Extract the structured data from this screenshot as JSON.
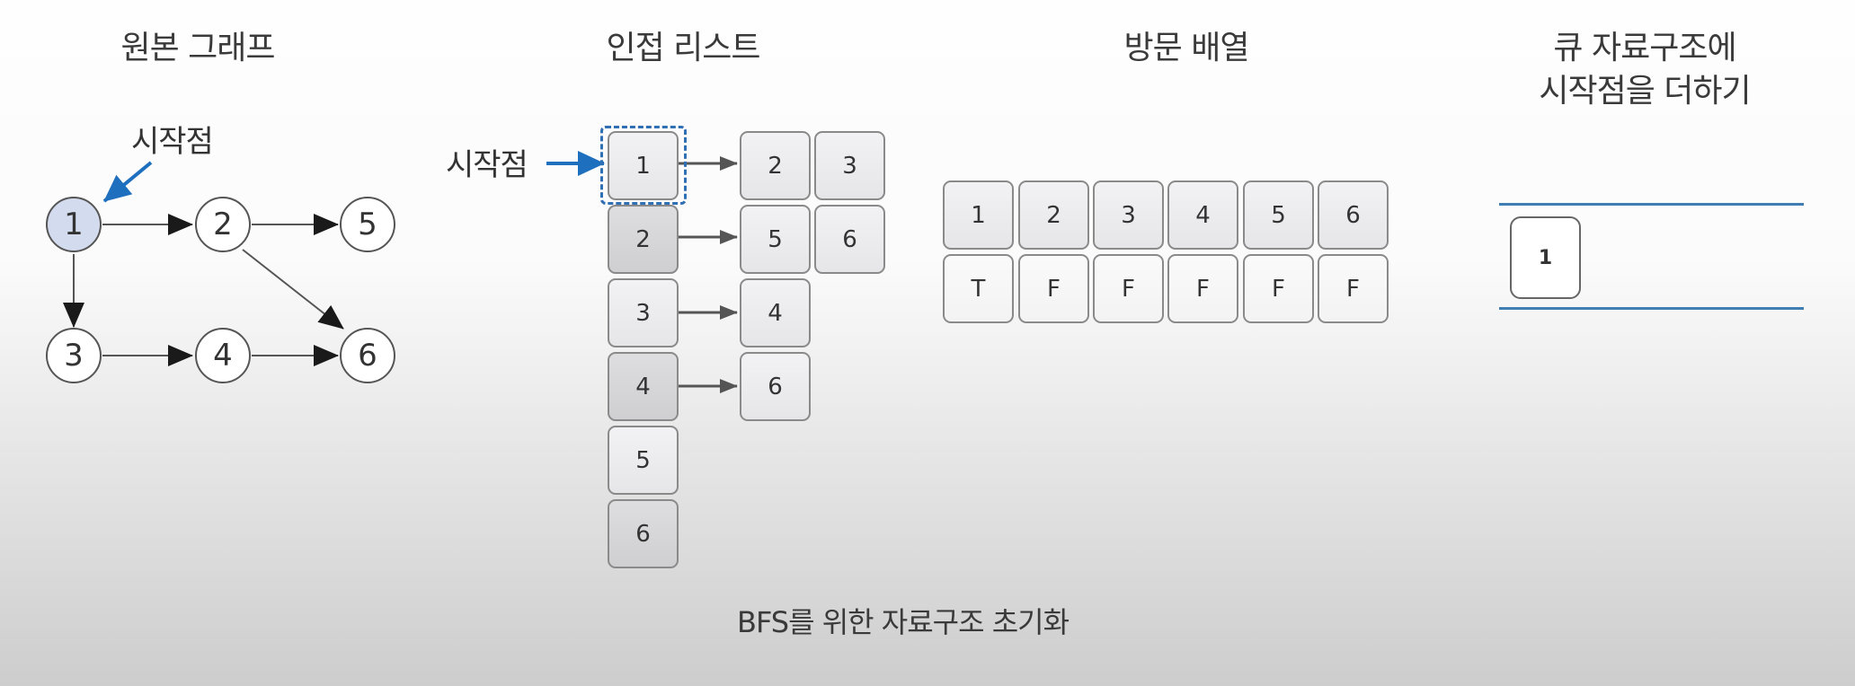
{
  "sections": {
    "graph": {
      "title": "원본 그래프",
      "start_label": "시작점"
    },
    "adjacency": {
      "title": "인접 리스트",
      "start_label": "시작점"
    },
    "visited": {
      "title": "방문 배열"
    },
    "queue": {
      "title": "큐 자료구조에\n시작점을 더하기"
    }
  },
  "graph": {
    "nodes": [
      "1",
      "2",
      "3",
      "4",
      "5",
      "6"
    ],
    "start_node": "1",
    "edges": [
      [
        "1",
        "2"
      ],
      [
        "1",
        "3"
      ],
      [
        "2",
        "5"
      ],
      [
        "2",
        "6"
      ],
      [
        "3",
        "4"
      ],
      [
        "4",
        "6"
      ]
    ]
  },
  "adjacency_list": {
    "heads": [
      "1",
      "2",
      "3",
      "4",
      "5",
      "6"
    ],
    "neighbors": {
      "1": [
        "2",
        "3"
      ],
      "2": [
        "5",
        "6"
      ],
      "3": [
        "4"
      ],
      "4": [
        "6"
      ],
      "5": [],
      "6": []
    }
  },
  "visited_array": {
    "indices": [
      "1",
      "2",
      "3",
      "4",
      "5",
      "6"
    ],
    "values": [
      "T",
      "F",
      "F",
      "F",
      "F",
      "F"
    ]
  },
  "queue": {
    "items": [
      "1"
    ]
  },
  "caption": "BFS를 위한 자료구조 초기화",
  "colors": {
    "accent_blue": "#1f6fbf",
    "start_node_fill": "#d3dbee",
    "queue_line": "#3f7db2"
  }
}
